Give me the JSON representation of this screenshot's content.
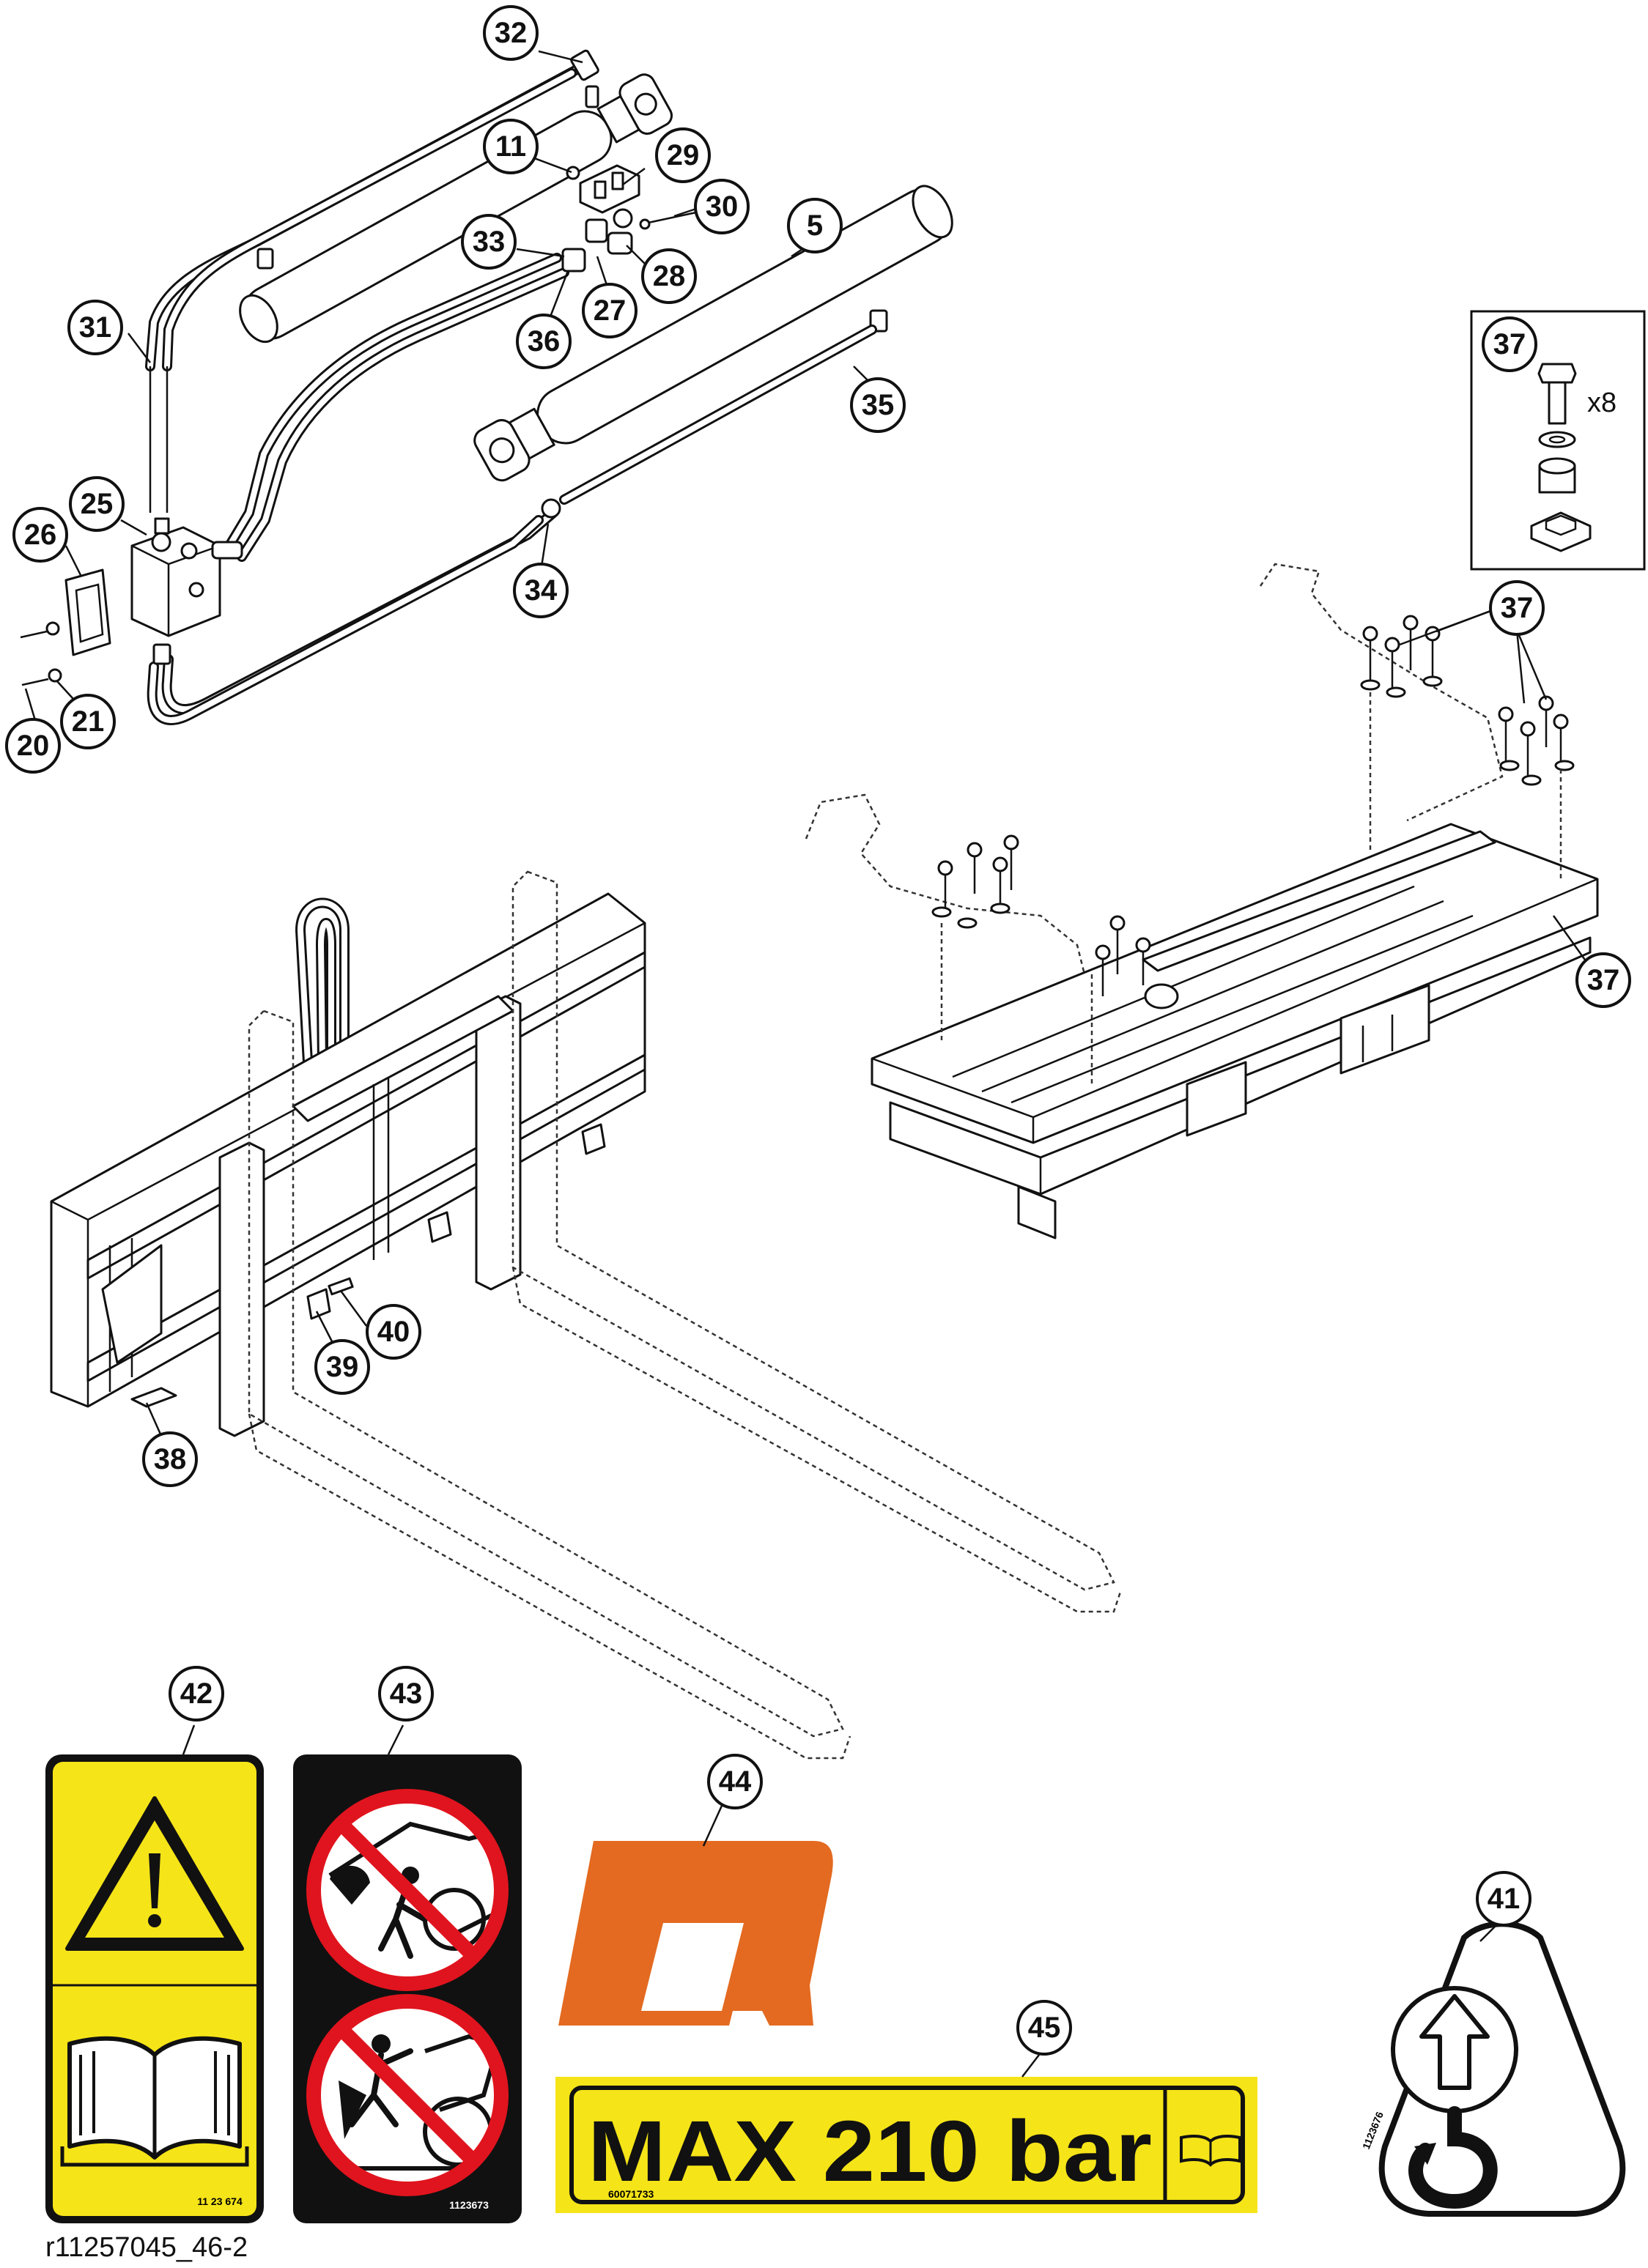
{
  "callouts": {
    "c32": "32",
    "c11": "11",
    "c29": "29",
    "c30": "30",
    "c5": "5",
    "c33": "33",
    "c28": "28",
    "c27": "27",
    "c36": "36",
    "c31": "31",
    "c35": "35",
    "c25": "25",
    "c26": "26",
    "c34": "34",
    "c21": "21",
    "c20": "20",
    "c37a": "37",
    "c37b": "37",
    "c37c": "37",
    "c40": "40",
    "c39": "39",
    "c38": "38",
    "c42": "42",
    "c43": "43",
    "c44": "44",
    "c45": "45",
    "c41": "41"
  },
  "kit_quantity": "x8",
  "decals": {
    "warning_code": "11 23 674",
    "prohibition_code": "1123673",
    "pressure_text": "MAX 210 bar",
    "pressure_code": "60071733",
    "lift_code": "1123676"
  },
  "drawing_reference": "r11257045_46-2",
  "colors": {
    "warning_yellow": "#f5e418",
    "brand_orange": "#e36a20",
    "prohibition_red": "#e0141e",
    "ink": "#111111"
  }
}
